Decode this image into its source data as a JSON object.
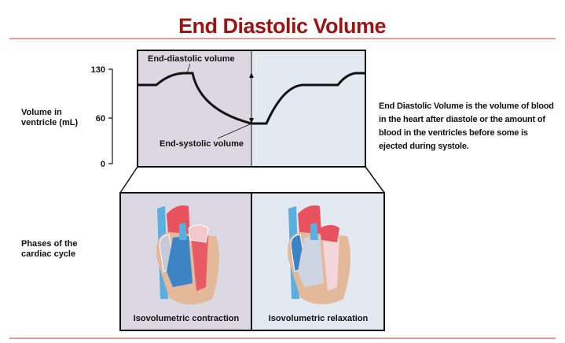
{
  "title": "End Diastolic Volume",
  "axis": {
    "label_line1": "Volume in",
    "label_line2": "ventricle (mL)",
    "ticks": [
      "130",
      "60",
      "0"
    ]
  },
  "annotations": {
    "end_diastolic": "End-diastolic volume",
    "end_systolic": "End-systolic volume"
  },
  "phases": {
    "label_line1": "Phases of the",
    "label_line2": "cardiac cycle",
    "left": "Isovolumetric contraction",
    "right": "Isovolumetric relaxation"
  },
  "description": "End Diastolic Volume is the volume of blood in the heart after diastole or the amount of blood in the ventricles before some is ejected during systole.",
  "colors": {
    "title": "#9b1414",
    "rule": "#c0392b",
    "left_panel": "#dcd8e3",
    "right_panel": "#e2e9f1"
  }
}
